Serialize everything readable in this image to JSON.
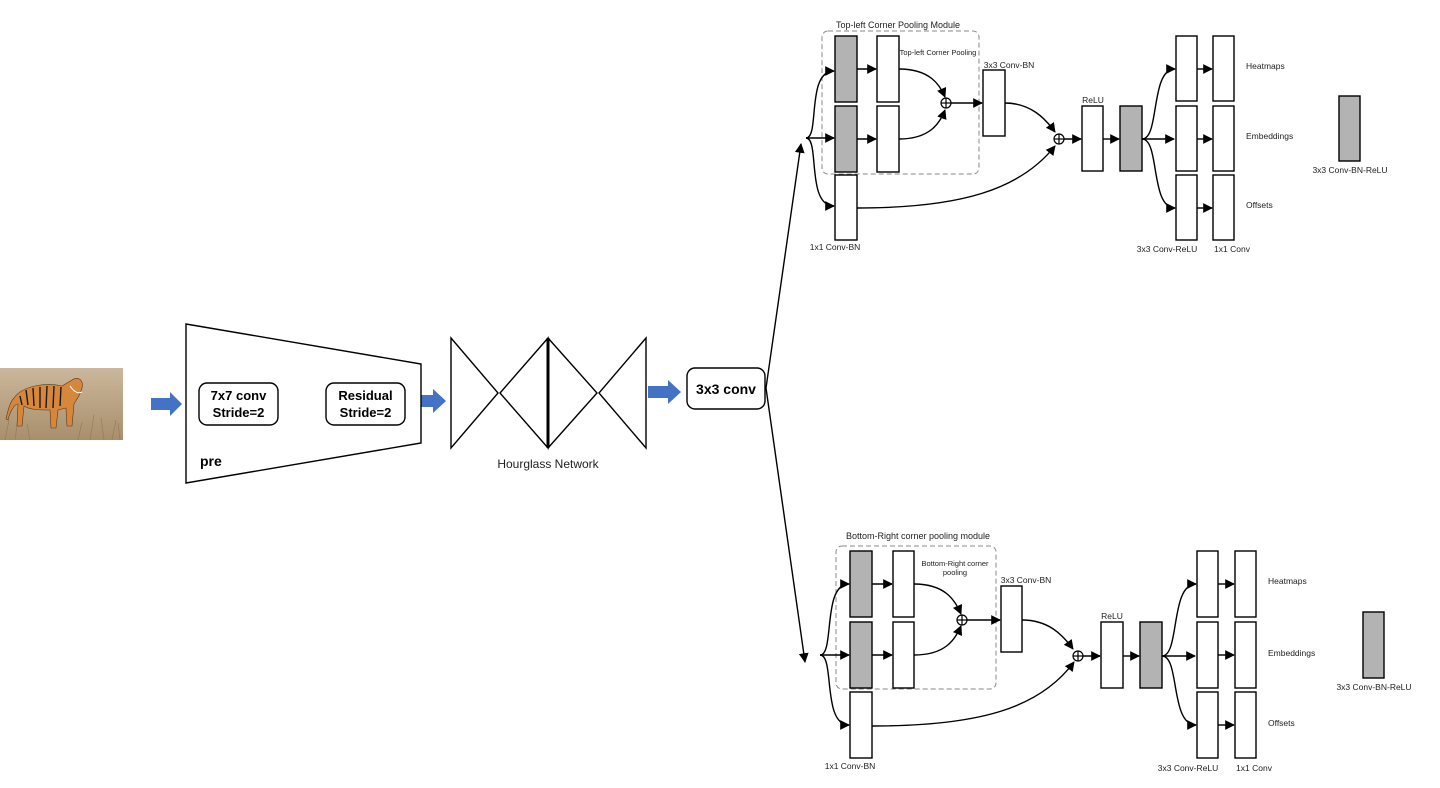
{
  "colors": {
    "accent_arrow": "#4472c4",
    "pool_block": "#b3b3b3",
    "line": "#000000"
  },
  "input_image": {
    "icon": "tiger-photo"
  },
  "pre": {
    "label": "pre",
    "conv": {
      "line1": "7x7 conv",
      "line2": "Stride=2"
    },
    "residual": {
      "line1": "Residual",
      "line2": "Stride=2"
    }
  },
  "hourglass": {
    "label": "Hourglass Network"
  },
  "conv3x3": {
    "label": "3x3 conv"
  },
  "top_branch": {
    "module_title": "Top-left Corner Pooling Module",
    "pool_label": "Top-left Corner Pooling",
    "conv_bn_label": "3x3 Conv-BN",
    "one_by_one_label": "1x1 Conv-BN",
    "relu_label": "ReLU",
    "outputs": [
      "Heatmaps",
      "Embeddings",
      "Offsets"
    ],
    "col1_label": "3x3 Conv-ReLU",
    "col2_label": "1x1 Conv",
    "legend_label": "3x3 Conv-BN-ReLU"
  },
  "bottom_branch": {
    "module_title": "Bottom-Right corner pooling module",
    "pool_label_line1": "Bottom-Right corner",
    "pool_label_line2": "pooling",
    "conv_bn_label": "3x3 Conv-BN",
    "one_by_one_label": "1x1 Conv-BN",
    "relu_label": "ReLU",
    "outputs": [
      "Heatmaps",
      "Embeddings",
      "Offsets"
    ],
    "col1_label": "3x3 Conv-ReLU",
    "col2_label": "1x1 Conv",
    "legend_label": "3x3 Conv-BN-ReLU"
  }
}
